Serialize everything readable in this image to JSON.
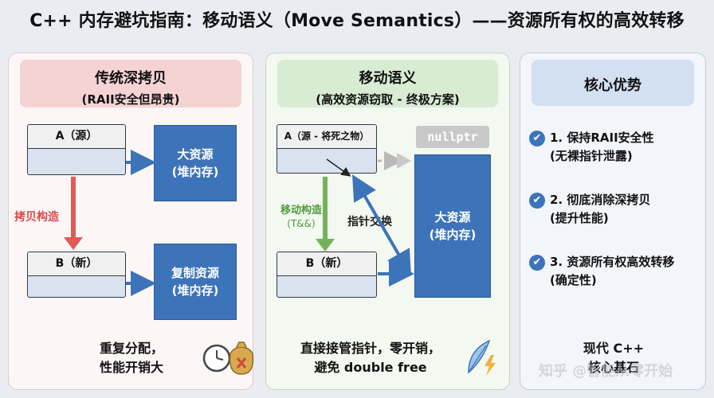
{
  "title": "C++ 内存避坑指南：移动语义（Move Semantics）——资源所有权的高效转移",
  "panel_copy": {
    "heading": "传统深拷贝",
    "subheading": "(RAII安全但昂贵)",
    "source_obj": "A（源）",
    "resource_a": [
      "大资源",
      "(堆内存)"
    ],
    "arrow_label": "拷贝构造",
    "target_obj": "B（新）",
    "resource_b": [
      "复制资源",
      "(堆内存)"
    ],
    "footer": [
      "重复分配，",
      "性能开销大"
    ]
  },
  "panel_move": {
    "heading": "移动语义",
    "subheading": "(高效资源窃取 - 终极方案)",
    "source_obj": "A（源 - 将死之物）",
    "null_label": "nullptr",
    "arrow_label": [
      "移动构造",
      "(T&&)"
    ],
    "swap_label": "指针交换",
    "resource": [
      "大资源",
      "(堆内存)"
    ],
    "target_obj": "B（新）",
    "footer": [
      "直接接管指针，零开销，",
      "避免 double free"
    ]
  },
  "panel_adv": {
    "heading": "核心优势",
    "items": [
      {
        "line1": "1. 保持RAII安全性",
        "line2": "(无裸指针泄露)"
      },
      {
        "line1": "2. 彻底消除深拷贝",
        "line2": "(提升性能)"
      },
      {
        "line1": "3. 资源所有权高效转移",
        "line2": "(确定性)"
      }
    ],
    "footer": [
      "现代 C++",
      "核心基石"
    ],
    "watermark": "知乎 @智能从零开始"
  },
  "colors": {
    "blue": "#3d73b8",
    "red_arrow": "#e05a5a",
    "green_arrow": "#72b35a"
  }
}
